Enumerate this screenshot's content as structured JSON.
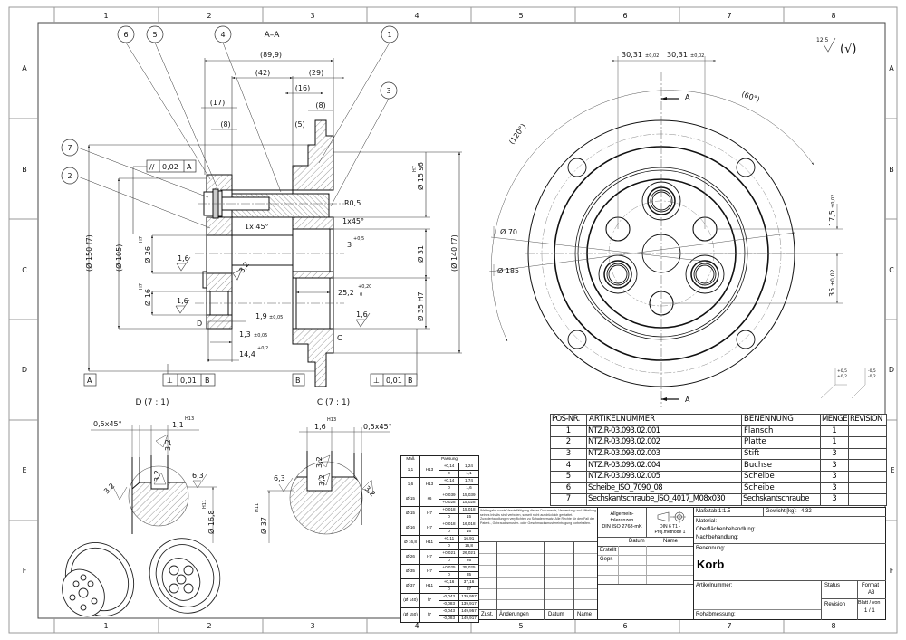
{
  "sheet": {
    "columns": [
      "1",
      "2",
      "3",
      "4",
      "5",
      "6",
      "7",
      "8"
    ],
    "rows": [
      "A",
      "B",
      "C",
      "D",
      "E",
      "F"
    ]
  },
  "section_view": {
    "title": "A–A",
    "balloons": {
      "b1": "1",
      "b2": "2",
      "b3": "3",
      "b4": "4",
      "b5": "5",
      "b6": "6",
      "b7": "7"
    },
    "dims": {
      "overall": "(89,9)",
      "d42": "(42)",
      "d29": "(29)",
      "d16": "(16)",
      "d8a": "(8)",
      "d17": "(17)",
      "d8b": "(8)",
      "d5": "(5)",
      "r05": "R0,5",
      "chamfer_right": "1x45°",
      "chamfer_left": "1x 45°",
      "groove_w": "3",
      "groove_w_tol": "+0,5",
      "dia15": "Ø 15 s6",
      "dia15_fit": "H7",
      "dia31": "Ø 31",
      "dia140": "(Ø 140 f7)",
      "dia35": "Ø 35 H7",
      "dia150": "(Ø 150 f7)",
      "dia105": "(Ø 105)",
      "dia26": "Ø 26",
      "dia26_fit": "H7",
      "dia16": "Ø 16",
      "dia16_fit": "H7",
      "d252": "25,2",
      "d252_tol_up": "+0,20",
      "d252_tol_lo": "0",
      "d19": "1,9",
      "d19_tol": "±0,05",
      "d13": "1,3",
      "d13_tol": "±0,05",
      "d144": "14,4",
      "d144_tol": "+0,2",
      "rough_1": "1,6",
      "rough_2": "1,6",
      "rough_3": "1,6",
      "rough_4": "3,2",
      "detail_d_mark": "D",
      "detail_c_mark": "C"
    },
    "fcf_parallel": {
      "symbol": "//",
      "value": "0,02",
      "datum": "A"
    },
    "fcf_perp_left": {
      "symbol": "⊥",
      "value": "0,01",
      "datum": "B"
    },
    "fcf_perp_right": {
      "symbol": "⊥",
      "value": "0,01",
      "datum": "B"
    },
    "datum_a": "A",
    "datum_b": "B"
  },
  "front_view": {
    "dim_left": "30,31",
    "dim_left_tol": "±0,02",
    "dim_right": "30,31",
    "dim_right_tol": "±0,02",
    "angle_60": "(60°)",
    "angle_120": "(120°)",
    "dia70": "Ø 70",
    "dia185": "Ø 185",
    "dim_175": "17,5",
    "dim_175_tol": "±0,02",
    "dim_35": "35",
    "dim_35_tol": "±0,02",
    "cut_top": "A",
    "cut_bottom": "A",
    "general_roughness": "12,5",
    "general_roughness_sym": "(√)",
    "tol_plus_up": "+0,5",
    "tol_plus_lo": "+0,2",
    "tol_minus_up": "-0,5",
    "tol_minus_lo": "-0,2"
  },
  "detail_d": {
    "title": "D  (7 : 1)",
    "chamfer": "0,5x45°",
    "width": "1,1",
    "width_fit": "H13",
    "r1": "3,2",
    "r2": "3,2",
    "r3": "6,3",
    "r4": "3,2",
    "dia": "Ø 16,8",
    "dia_fit": "H11"
  },
  "detail_c": {
    "title": "C  (7 : 1)",
    "width": "1,6",
    "width_fit": "H13",
    "chamfer": "0,5x45°",
    "r1": "6,3",
    "r2": "3,2",
    "r3": "3,2",
    "r4": "3,2",
    "dia": "Ø 37",
    "dia_fit": "H11"
  },
  "parts_list": {
    "headers": [
      "POS-NR.",
      "ARTIKELNUMMER",
      "BENENNUNG",
      "MENGE",
      "REVISION"
    ],
    "rows": [
      [
        "1",
        "NTZ.R-03.093.02.001",
        "Flansch",
        "1",
        ""
      ],
      [
        "2",
        "NTZ.R-03.093.02.002",
        "Platte",
        "1",
        ""
      ],
      [
        "3",
        "NTZ.R-03.093.02.003",
        "Stift",
        "3",
        ""
      ],
      [
        "4",
        "NTZ.R-03.093.02.004",
        "Buchse",
        "3",
        ""
      ],
      [
        "5",
        "NTZ.R-03.093.02.005",
        "Scheibe",
        "3",
        ""
      ],
      [
        "6",
        "Scheibe_ISO_7090_08",
        "Scheibe",
        "3",
        ""
      ],
      [
        "7",
        "Sechskantschraube_ISO_4017_M08x030",
        "Sechskantschraube",
        "3",
        ""
      ]
    ]
  },
  "tolerance_table": {
    "headers": [
      "Maß",
      "Passung"
    ],
    "rows": [
      {
        "size": "1,1",
        "fit": "H13",
        "dev": [
          "+0,14",
          "0"
        ],
        "lim": [
          "1,24",
          "1,1"
        ]
      },
      {
        "size": "1,6",
        "fit": "H13",
        "dev": [
          "+0,14",
          "0"
        ],
        "lim": [
          "1,74",
          "1,6"
        ]
      },
      {
        "size": "Ø 15",
        "fit": "s6",
        "dev": [
          "+0,039",
          "+0,028"
        ],
        "lim": [
          "15,039",
          "15,028"
        ]
      },
      {
        "size": "Ø 15",
        "fit": "H7",
        "dev": [
          "+0,018",
          "0"
        ],
        "lim": [
          "15,018",
          "15"
        ]
      },
      {
        "size": "Ø 16",
        "fit": "H7",
        "dev": [
          "+0,018",
          "0"
        ],
        "lim": [
          "16,018",
          "16"
        ]
      },
      {
        "size": "Ø 16,8",
        "fit": "H11",
        "dev": [
          "+0,11",
          "0"
        ],
        "lim": [
          "16,91",
          "16,8"
        ]
      },
      {
        "size": "Ø 26",
        "fit": "H7",
        "dev": [
          "+0,021",
          "0"
        ],
        "lim": [
          "26,021",
          "26"
        ]
      },
      {
        "size": "Ø 35",
        "fit": "H7",
        "dev": [
          "+0,025",
          "0"
        ],
        "lim": [
          "35,025",
          "35"
        ]
      },
      {
        "size": "Ø 37",
        "fit": "H11",
        "dev": [
          "+0,16",
          "0"
        ],
        "lim": [
          "37,16",
          "37"
        ]
      },
      {
        "size": "(Ø 140)",
        "fit": "f7",
        "dev": [
          "-0,043",
          "-0,083"
        ],
        "lim": [
          "139,957",
          "139,917"
        ]
      },
      {
        "size": "(Ø 150)",
        "fit": "f7",
        "dev": [
          "-0,043",
          "-0,083"
        ],
        "lim": [
          "149,957",
          "149,917"
        ]
      }
    ]
  },
  "notice": "Weitergabe sowie Vervielfältigung dieses Dokuments, Verwertung und Mitteilung seines Inhalts sind verboten, soweit nicht ausdrücklich gestattet. Zuwiderhandlungen verpflichten zu Schadenersatz. Alle Rechte für den Fall der Patent-, Gebrauchsmuster- oder Geschmacksmustereintragung vorbehalten.",
  "changes": {
    "zust": "Zust.",
    "aenderungen": "Änderungen",
    "datum": "Datum",
    "name": "Name"
  },
  "general_tolerances": {
    "line1": "Allgemein-",
    "line2": "toleranzen",
    "line3": "DIN ISO 2768-mK",
    "projection1": "DIN 6  T1 -",
    "projection2": "Proj.methode 1"
  },
  "approval": {
    "datum": "Datum",
    "name": "Name",
    "erstellt": "Erstellt",
    "gepr": "Gepr."
  },
  "title_block": {
    "scale_label": "Maßstab:",
    "scale": "1:1.5",
    "weight_label": "Gewicht [kg]:",
    "weight": "4.32",
    "material": "Material:",
    "surface": "Oberflächenbehandlung:",
    "post": "Nachbehandlung:",
    "name_label": "Benennung:",
    "name": "Korb",
    "article": "Artikelnummer:",
    "raw": "Rohabmessung:",
    "status": "Status",
    "format_label": "Format",
    "format": "A3",
    "revision": "Revision",
    "sheet_label": "Blatt / von",
    "sheet": "1  /  1"
  }
}
